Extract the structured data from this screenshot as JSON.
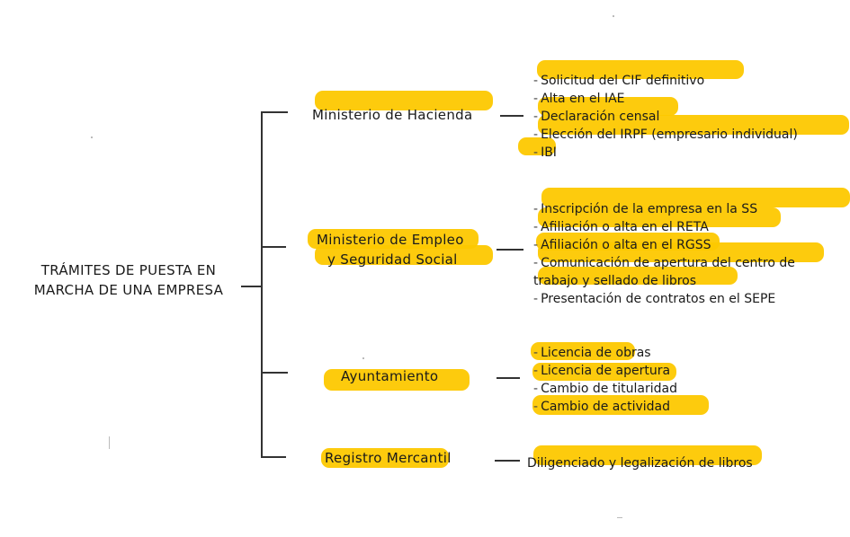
{
  "root": {
    "title_line1": "TRÁMITES DE PUESTA EN",
    "title_line2": "MARCHA DE UNA EMPRESA"
  },
  "categories": [
    {
      "label": "Ministerio de Hacienda",
      "items": [
        "Solicitud del CIF definitivo",
        "Alta en el IAE",
        "Declaración censal",
        "Elección del IRPF (empresario individual)",
        "IBI"
      ]
    },
    {
      "label_line1": "Ministerio de Empleo",
      "label_line2": "y Seguridad Social",
      "items": [
        "Inscripción de la empresa en la SS",
        "Afiliación o alta en el RETA",
        "Afiliación o alta en el RGSS",
        "Comunicación de apertura del centro de trabajo y sellado de libros",
        "Presentación de contratos en el SEPE"
      ]
    },
    {
      "label": "Ayuntamiento",
      "items": [
        "Licencia de obras",
        "Licencia de apertura",
        "Cambio de titularidad",
        "Cambio de actividad"
      ]
    },
    {
      "label": "Registro Mercantil",
      "items": [
        "Diligenciado y legalización de libros"
      ]
    }
  ],
  "highlight_color": "#fdc800"
}
